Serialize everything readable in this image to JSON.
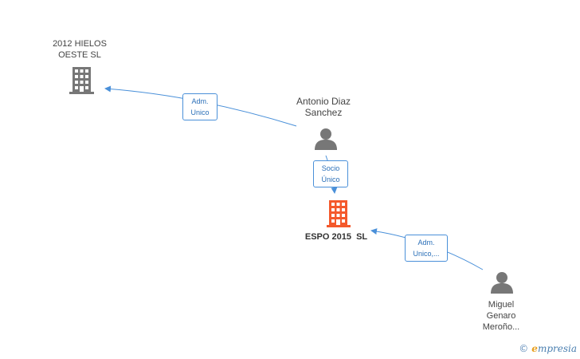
{
  "colors": {
    "edge": "#4a90d9",
    "company": "#777777",
    "company_main": "#f4592c",
    "person": "#777777"
  },
  "nodes": {
    "hielos": {
      "label": "2012 HIELOS\nOESTE SL",
      "icon": "building-icon"
    },
    "antonio": {
      "label": "Antonio Diaz\nSanchez",
      "icon": "person-icon"
    },
    "espo": {
      "label": "ESPO 2015  SL",
      "icon": "building-icon"
    },
    "miguel": {
      "label": "Miguel\nGenaro\nMeroño...",
      "icon": "person-icon"
    }
  },
  "edges": {
    "antonio_hielos": "Adm.\nUnico",
    "antonio_espo": "Socio\nÚnico",
    "miguel_espo": "Adm.\nUnico,..."
  },
  "watermark": {
    "copyright": "©",
    "brand_initial": "e",
    "brand_rest": "mpresia"
  }
}
